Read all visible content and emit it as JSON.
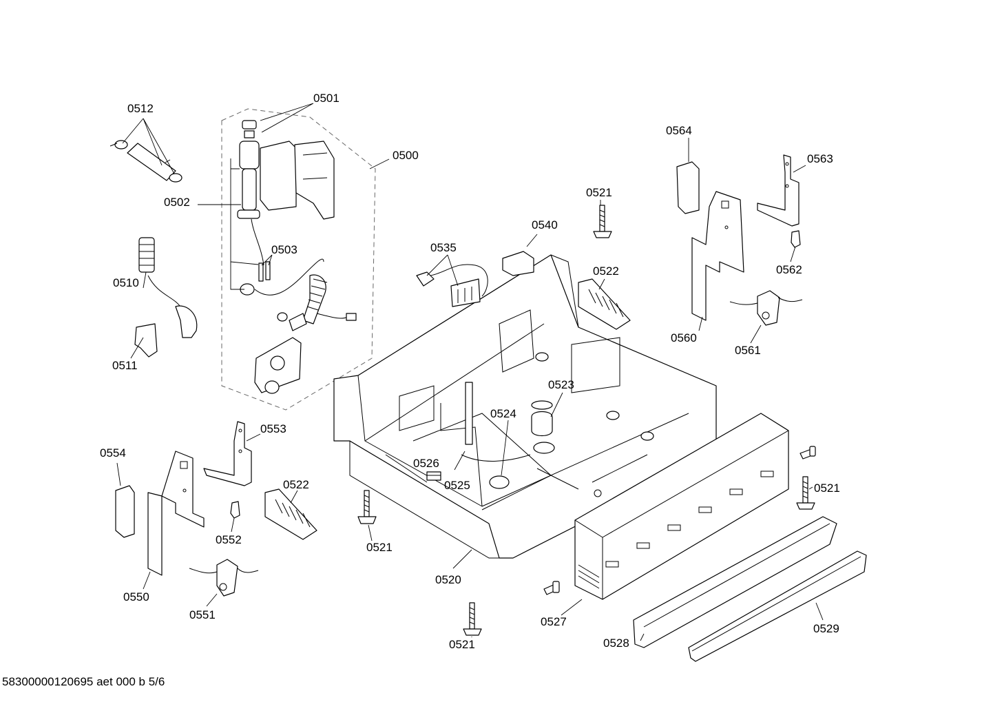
{
  "labels": {
    "l0500": "0500",
    "l0501": "0501",
    "l0502": "0502",
    "l0503": "0503",
    "l0510": "0510",
    "l0511": "0511",
    "l0512": "0512",
    "l0520": "0520",
    "l0521": "0521",
    "l0522": "0522",
    "l0523": "0523",
    "l0524": "0524",
    "l0525": "0525",
    "l0526": "0526",
    "l0527": "0527",
    "l0528": "0528",
    "l0529": "0529",
    "l0535": "0535",
    "l0540": "0540",
    "l0550": "0550",
    "l0551": "0551",
    "l0552": "0552",
    "l0553": "0553",
    "l0554": "0554",
    "l0560": "0560",
    "l0561": "0561",
    "l0562": "0562",
    "l0563": "0563",
    "l0564": "0564"
  },
  "footer": "58300000120695 aet 000 b 5/6"
}
